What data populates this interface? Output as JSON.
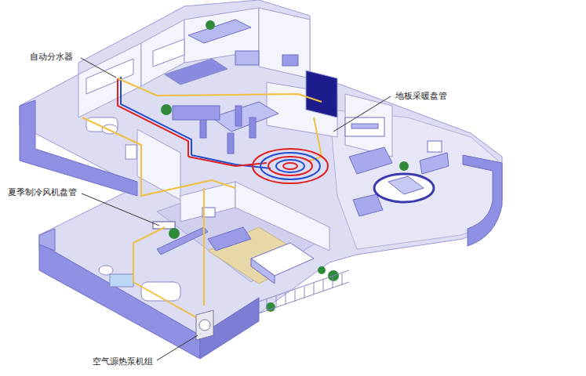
{
  "diagram": {
    "labels": [
      "自动分水器",
      "地板采暖盘管",
      "夏季制冷风机盘管",
      "空气源热泵机组"
    ]
  }
}
